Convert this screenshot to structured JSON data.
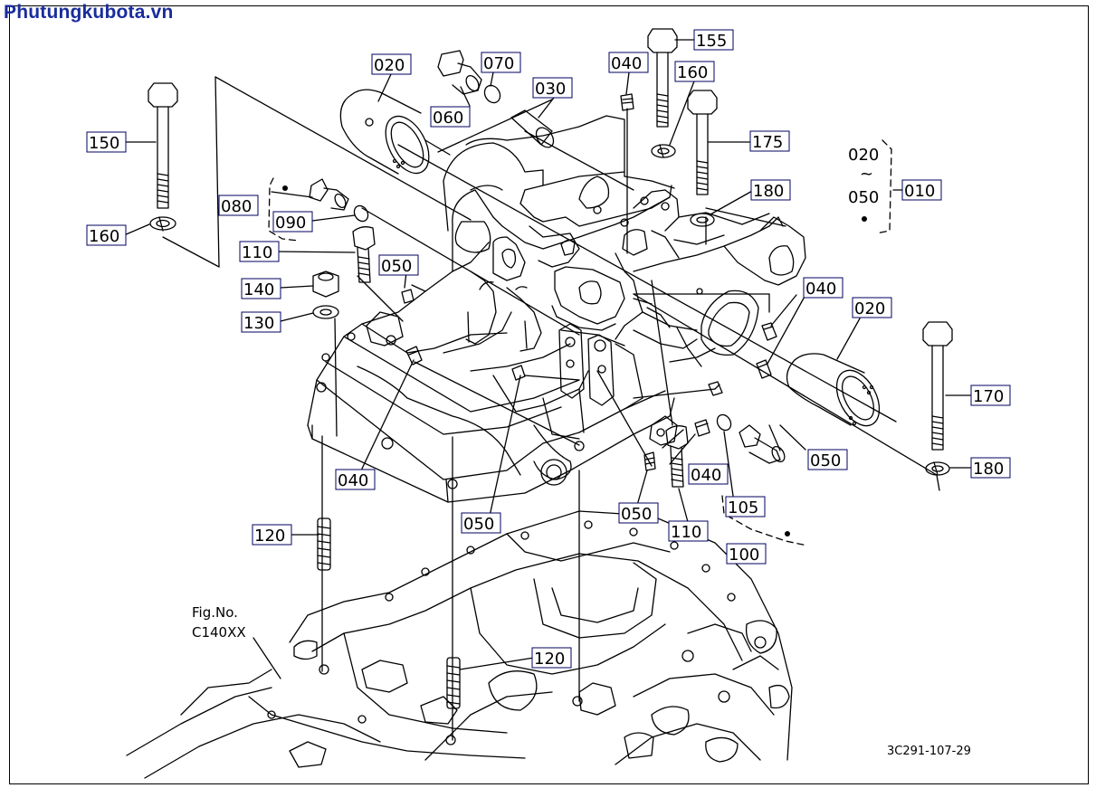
{
  "watermark": "Phutungkubota.vn",
  "fig_ref": {
    "line1": "Fig.No.",
    "line2": "C140XX"
  },
  "drawing_code": "3C291-107-29",
  "range_label": {
    "top": "020",
    "tilde": "~",
    "bottom": "050"
  },
  "part_labels": {
    "p010": "010",
    "p020a": "020",
    "p020b": "020",
    "p030": "030",
    "p040a": "040",
    "p040b": "040",
    "p040c": "040",
    "p040d": "040",
    "p050a": "050",
    "p050b": "050",
    "p050c": "050",
    "p050d": "050",
    "p060": "060",
    "p070": "070",
    "p080": "080",
    "p090": "090",
    "p100": "100",
    "p105": "105",
    "p110a": "110",
    "p110b": "110",
    "p120a": "120",
    "p120b": "120",
    "p130": "130",
    "p140": "140",
    "p150": "150",
    "p155": "155",
    "p160a": "160",
    "p160b": "160",
    "p170": "170",
    "p175": "175",
    "p180a": "180",
    "p180b": "180"
  },
  "colors": {
    "watermark": "#1a2d9c",
    "label_border": "#000060",
    "lines": "#000000"
  }
}
